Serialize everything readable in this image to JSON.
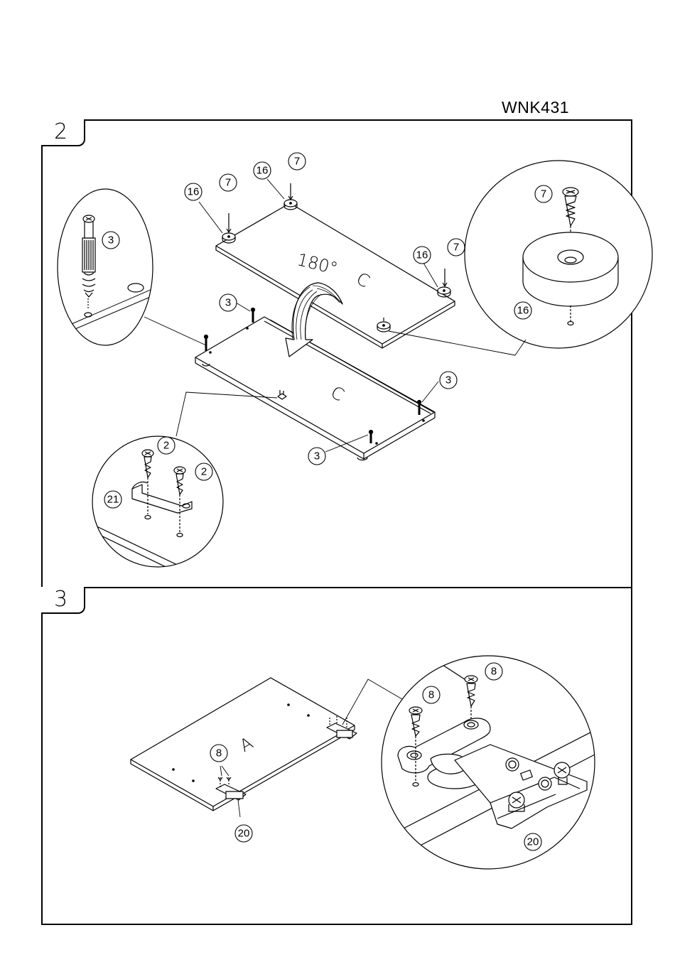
{
  "model_code": "WNK431",
  "steps": [
    {
      "number": "2"
    },
    {
      "number": "3"
    }
  ],
  "step2": {
    "rotation_label": "180°",
    "panel_letter_top": "C",
    "panel_letter_bottom": "C",
    "callouts": {
      "c16a": "16",
      "c7a": "7",
      "c16b": "16",
      "c7b": "7",
      "c16c": "16",
      "c7c": "7",
      "c3a": "3",
      "c3b": "3",
      "c3c": "3",
      "c3d": "3",
      "c7d": "7",
      "c16d": "16",
      "c2a": "2",
      "c2b": "2",
      "c21": "21"
    }
  },
  "step3": {
    "panel_letter": "A",
    "callouts": {
      "c8a": "8",
      "c20a": "20",
      "c8b": "8",
      "c8c": "8",
      "c20b": "20"
    }
  }
}
